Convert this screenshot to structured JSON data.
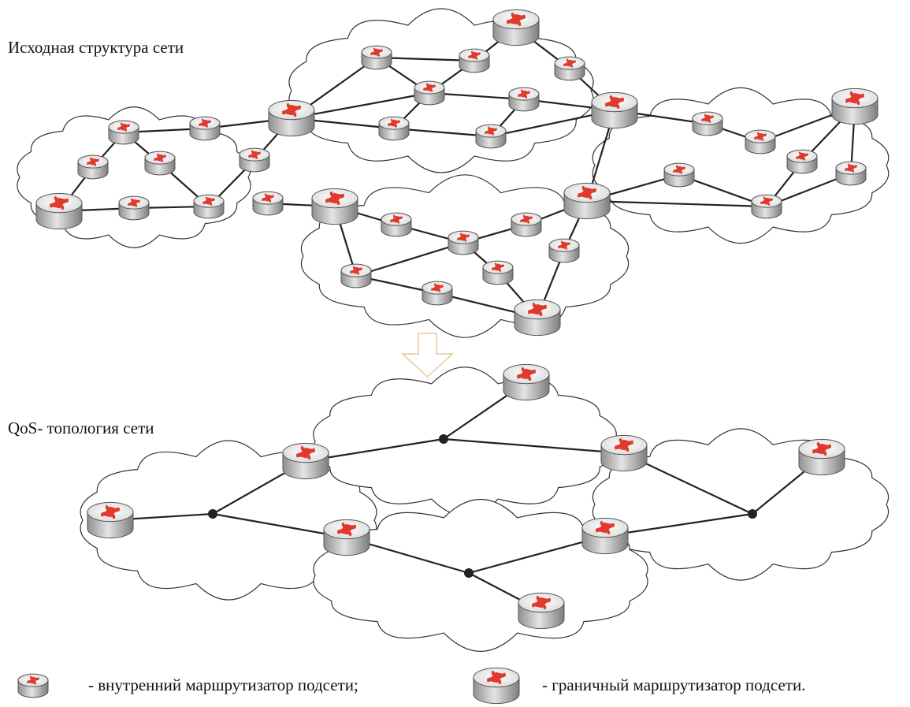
{
  "sections": {
    "original_title": "Исходная структура сети",
    "qos_title": "QoS- топология сети"
  },
  "legend": {
    "internal_label": "- внутренний маршрутизатор подсети;",
    "border_label": "- граничный маршрутизатор подсети."
  },
  "colors": {
    "arrow": "#e03a2e",
    "router_top": "#f6f6f6",
    "router_side": "#a8a8a8",
    "line": "#222222",
    "transition_arrow": "#e8c79a"
  },
  "icons": {
    "internal_router": "internal-router-icon",
    "border_router": "border-router-icon",
    "transition": "down-arrow-icon"
  }
}
